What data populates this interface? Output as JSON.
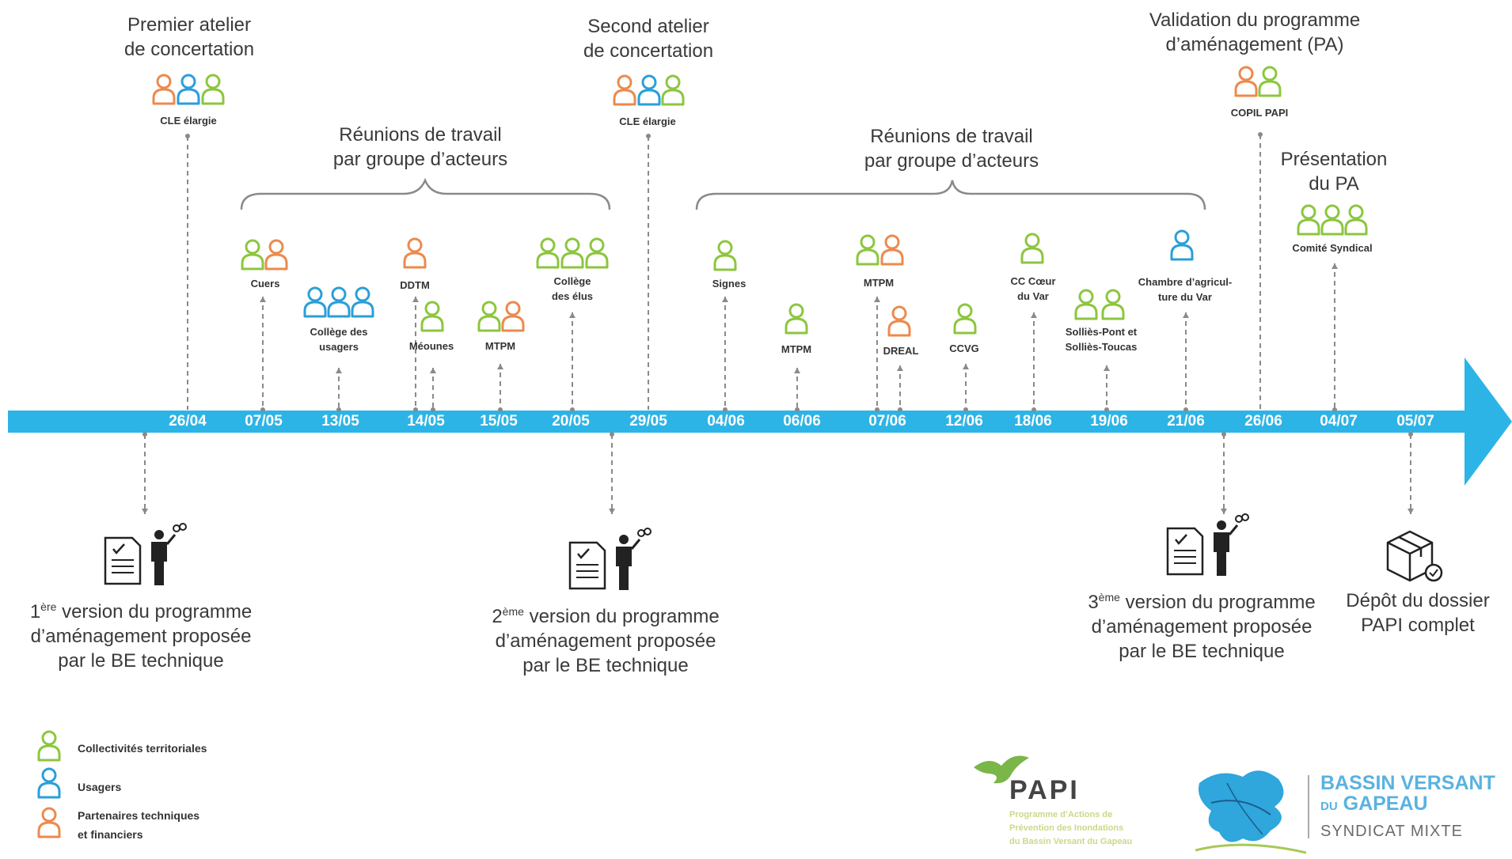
{
  "colors": {
    "timeline": "#2db4e6",
    "collectivites": "#8cc63f",
    "usagers": "#2a9fd8",
    "partenaires": "#ec8a4e",
    "connector": "#8a8a8a"
  },
  "dates": [
    "26/04",
    "07/05",
    "13/05",
    "14/05",
    "15/05",
    "20/05",
    "29/05",
    "04/06",
    "06/06",
    "07/06",
    "12/06",
    "18/06",
    "19/06",
    "21/06",
    "26/06",
    "04/07",
    "05/07"
  ],
  "milestones": {
    "premier_atelier": [
      "Premier atelier",
      "de concertation"
    ],
    "second_atelier": [
      "Second atelier",
      "de concertation"
    ],
    "validation": [
      "Validation du programme",
      "d’aménagement (PA)"
    ],
    "presentation": [
      "Présentation",
      "du PA"
    ],
    "cle_elargie_1": "CLE élargie",
    "cle_elargie_2": "CLE élargie",
    "copil": "COPIL PAPI",
    "comite": "Comité Syndical"
  },
  "reunions_1": [
    "Réunions de travail",
    "par groupe d’acteurs"
  ],
  "reunions_2": [
    "Réunions de travail",
    "par groupe d’acteurs"
  ],
  "meetings": {
    "cuers": "Cuers",
    "college_usagers": [
      "Collège des",
      "usagers"
    ],
    "ddtm": "DDTM",
    "meounes": "Méounes",
    "mtpm_1": "MTPM",
    "college_elus": [
      "Collège",
      "des élus"
    ],
    "signes": "Signes",
    "mtpm_2": "MTPM",
    "mtpm_3": "MTPM",
    "dreal": "DREAL",
    "ccvg": "CCVG",
    "cc_coeur": [
      "CC Cœur",
      "du Var"
    ],
    "sollies": [
      "Solliès-Pont et",
      "Solliès-Toucas"
    ],
    "chambre": [
      "Chambre d’agricul-",
      "ture du Var"
    ]
  },
  "versions": {
    "v1": {
      "num": "1",
      "sup": "ère",
      "rest": " version du programme",
      "l2": "d’aménagement proposée",
      "l3": "par le BE technique"
    },
    "v2": {
      "num": "2",
      "sup": "ème",
      "rest": " version du programme",
      "l2": "d’aménagement proposée",
      "l3": "par le BE technique"
    },
    "v3": {
      "num": "3",
      "sup": "ème",
      "rest": " version du programme",
      "l2": "d’aménagement proposée",
      "l3": "par le BE technique"
    }
  },
  "depot": [
    "Dépôt du dossier",
    "PAPI complet"
  ],
  "legend": {
    "collectivites": "Collectivités territoriales",
    "usagers": "Usagers",
    "partenaires": [
      "Partenaires techniques",
      "et financiers"
    ]
  },
  "logos": {
    "papi": "PAPI",
    "papi_sub": [
      "Programme d’Actions de",
      "Prévention des Inondations",
      "du Bassin Versant du Gapeau"
    ],
    "bv_line1": "BASSIN VERSANT",
    "bv_du": "DU",
    "bv_gapeau": "GAPEAU",
    "bv_line3": "SYNDICAT MIXTE"
  }
}
